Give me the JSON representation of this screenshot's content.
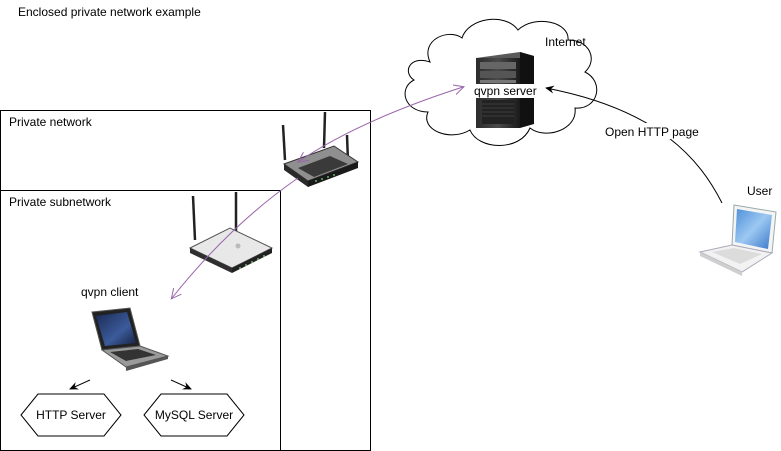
{
  "title": "Enclosed private network example",
  "private_network": {
    "label": "Private network"
  },
  "private_subnetwork": {
    "label": "Private subnetwork"
  },
  "internet": {
    "label": "Internet"
  },
  "qvpn_server": {
    "label": "qvpn server"
  },
  "qvpn_client": {
    "label": "qvpn client"
  },
  "user": {
    "label": "User"
  },
  "edge_user_to_server": {
    "label": "Open HTTP page"
  },
  "http_server": {
    "label": "HTTP Server"
  },
  "mysql_server": {
    "label": "MySQL Server"
  },
  "colors": {
    "vpn_tunnel": "#9966aa",
    "http_arrow": "#000000"
  },
  "icons": [
    "router-icon",
    "server-tower-icon",
    "laptop-icon",
    "cloud-icon"
  ]
}
